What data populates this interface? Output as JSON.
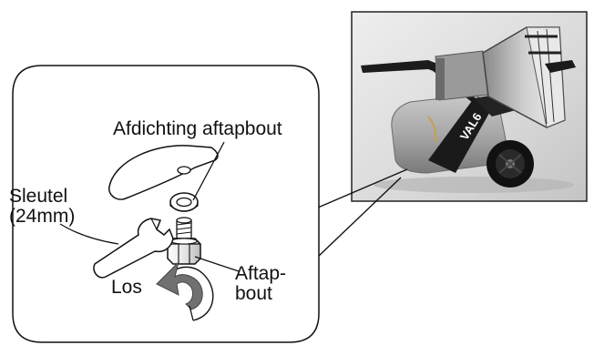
{
  "labels": {
    "drain_bolt_gasket": "Afdichting aftapbout",
    "wrench": {
      "line1": "Sleutel",
      "line2": "(24mm)"
    },
    "drain_bolt": {
      "line1": "Aftap-",
      "line2": "bout"
    },
    "loosen": "Los"
  },
  "photo": {
    "brand_text": "VAL6"
  },
  "colors": {
    "arrow": "#707070",
    "outline": "#111111",
    "photo_background": "#d8d8d8"
  }
}
